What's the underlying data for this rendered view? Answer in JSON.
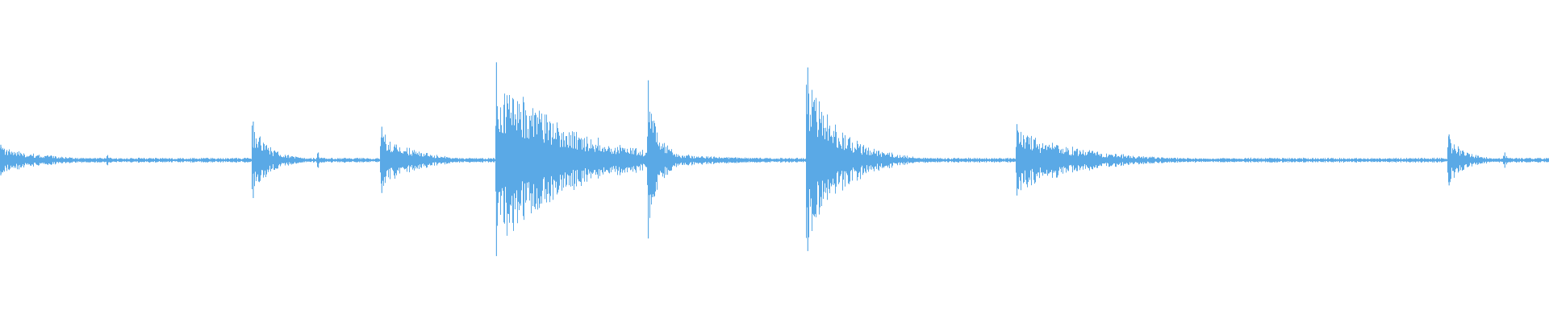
{
  "waveform": {
    "color": "#5aa9e6",
    "background": "#ffffff",
    "baseline_amplitude": 0.012,
    "noise_amplitude": 0.006,
    "events": [
      {
        "time": 0.0,
        "amplitude": 0.12,
        "decay": 0.03
      },
      {
        "time": 0.069,
        "amplitude": 0.04,
        "decay": 0.004
      },
      {
        "time": 0.163,
        "amplitude": 0.3,
        "decay": 0.012
      },
      {
        "time": 0.205,
        "amplitude": 0.06,
        "decay": 0.003
      },
      {
        "time": 0.246,
        "amplitude": 0.26,
        "decay": 0.02
      },
      {
        "time": 0.32,
        "amplitude": 0.76,
        "decay": 0.045
      },
      {
        "time": 0.418,
        "amplitude": 0.62,
        "decay": 0.008
      },
      {
        "time": 0.521,
        "amplitude": 0.72,
        "decay": 0.022
      },
      {
        "time": 0.656,
        "amplitude": 0.28,
        "decay": 0.04
      },
      {
        "time": 0.935,
        "amplitude": 0.2,
        "decay": 0.012
      },
      {
        "time": 0.971,
        "amplitude": 0.06,
        "decay": 0.003
      }
    ]
  }
}
